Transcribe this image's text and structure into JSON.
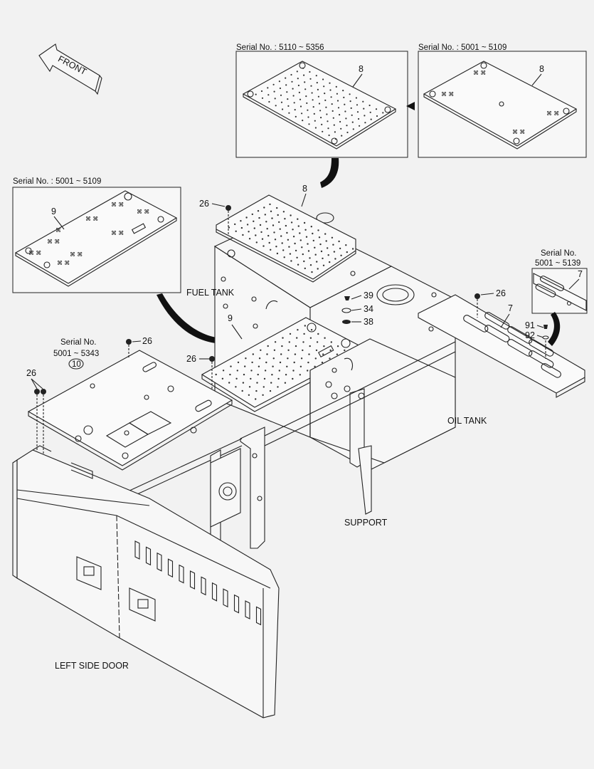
{
  "labels": {
    "front": "FRONT",
    "fuel_tank": "FUEL TANK",
    "oil_tank": "OIL TANK",
    "support": "SUPPORT",
    "left_side_door": "LEFT SIDE DOOR"
  },
  "inset_top_mid": {
    "serial": "Serial No. : 5110 ~ 5356",
    "part": "8"
  },
  "inset_top_right": {
    "serial": "Serial No. : 5001 ~ 5109",
    "part": "8"
  },
  "inset_left": {
    "serial": "Serial No. : 5001 ~ 5109",
    "part": "9"
  },
  "inset_right": {
    "serial_title": "Serial No.",
    "serial_range": "5001 ~ 5139",
    "part": "7"
  },
  "serial_left_panel": {
    "title": "Serial No.",
    "range": "5001 ~ 5343",
    "part": "10"
  },
  "callouts": {
    "p8": "8",
    "p9": "9",
    "p7": "7",
    "p26a": "26",
    "p26b": "26",
    "p26c": "26",
    "p26d": "26",
    "p26e": "26",
    "p39": "39",
    "p34": "34",
    "p38": "38",
    "p91": "91",
    "p92": "92"
  }
}
